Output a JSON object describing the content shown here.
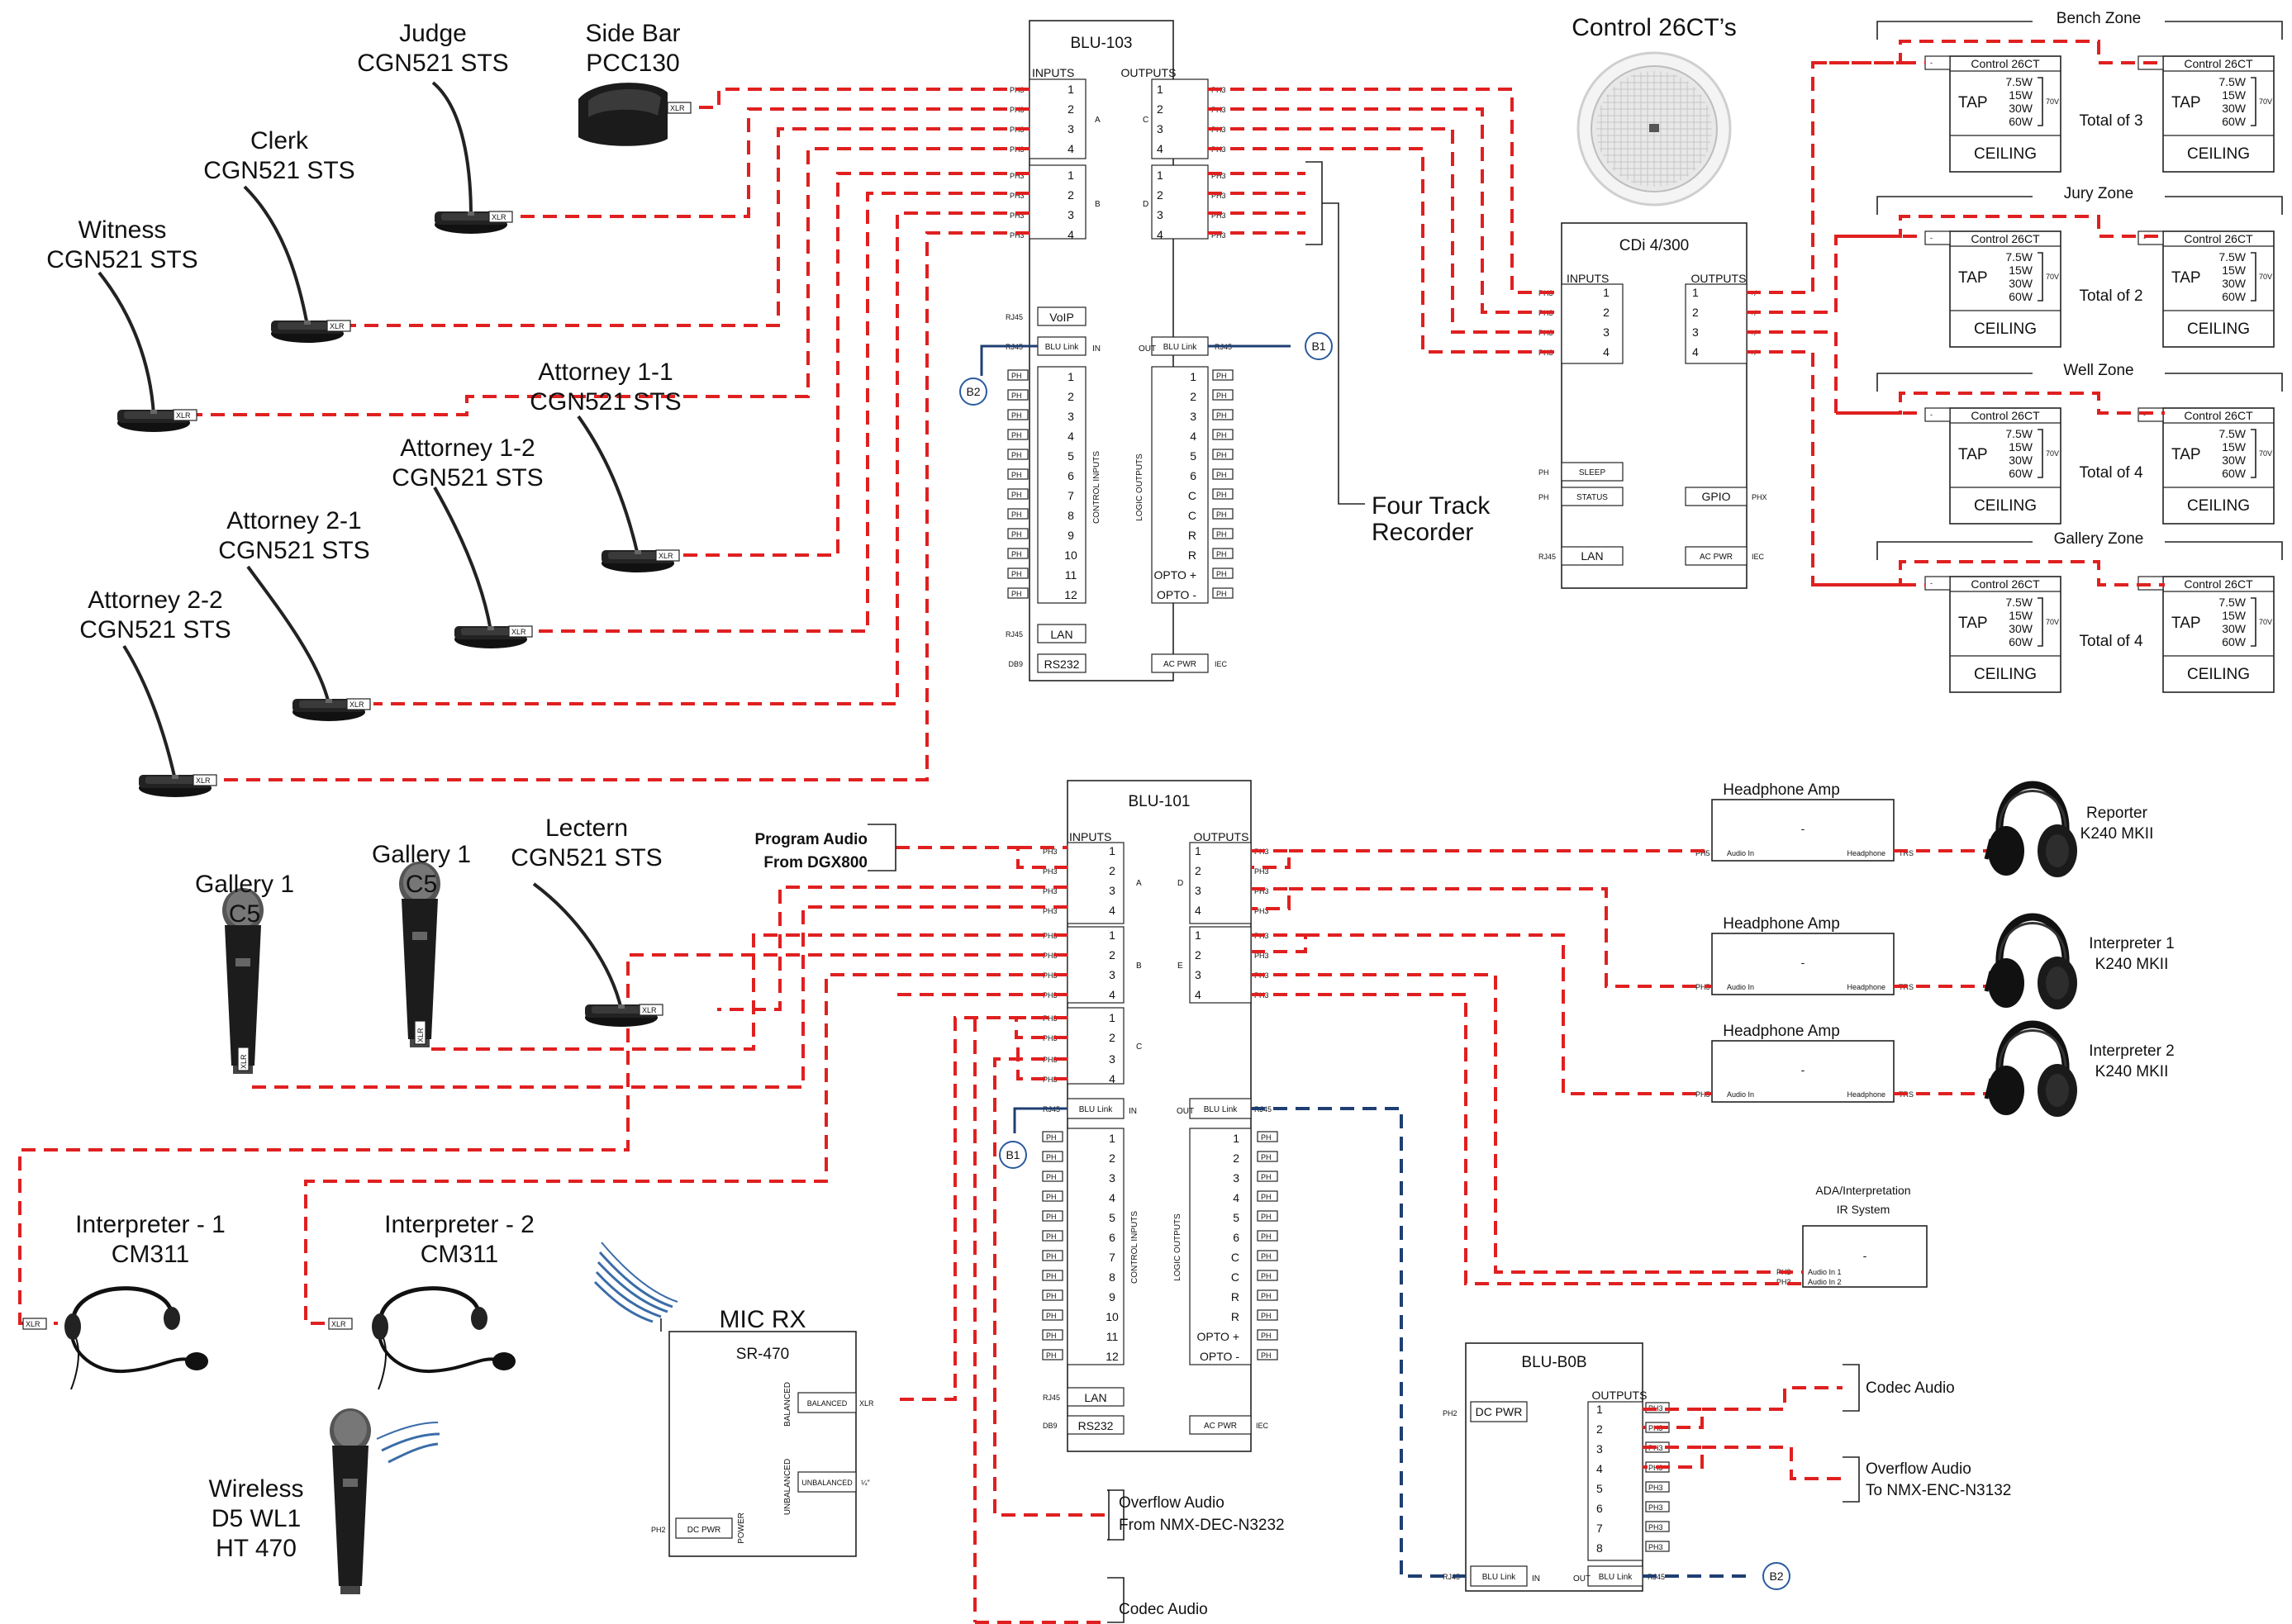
{
  "colors": {
    "signal": "#e02020",
    "link": "#1f3f73",
    "circle": "#2a5b9c"
  },
  "icons": {
    "mic": "gooseneck-microphone-icon",
    "handheld": "handheld-microphone-icon",
    "headset": "headset-microphone-icon",
    "headphones": "headphones-icon",
    "speaker": "ceiling-speaker-icon",
    "wireless": "wireless-waves-icon",
    "pedal": "push-button-pedal-icon"
  },
  "labels": {
    "judge": [
      "Judge",
      "CGN521 STS"
    ],
    "sidebar": [
      "Side Bar",
      "PCC130"
    ],
    "clerk": [
      "Clerk",
      "CGN521 STS"
    ],
    "witness": [
      "Witness",
      "CGN521 STS"
    ],
    "att11": [
      "Attorney 1-1",
      "CGN521 STS"
    ],
    "att12": [
      "Attorney 1-2",
      "CGN521 STS"
    ],
    "att21": [
      "Attorney 2-1",
      "CGN521 STS"
    ],
    "att22": [
      "Attorney 2-2",
      "CGN521 STS"
    ],
    "gallery1a": [
      "Gallery 1",
      "C5"
    ],
    "gallery1b": [
      "Gallery 1",
      "C5"
    ],
    "lectern": [
      "Lectern",
      "CGN521 STS"
    ],
    "interp1": [
      "Interpreter - 1",
      "CM311"
    ],
    "interp2": [
      "Interpreter - 2",
      "CM311"
    ],
    "wireless": [
      "Wireless",
      "D5 WL1",
      "HT 470"
    ],
    "micrx": "MIC RX",
    "control26ct": "Control 26CT’s",
    "recorder": [
      "Four Track",
      "Recorder"
    ],
    "program": [
      "Program Audio",
      "From DGX800"
    ],
    "reporter": [
      "Reporter",
      "K240 MKII"
    ],
    "interpreter1": [
      "Interpreter 1",
      "K240 MKII"
    ],
    "interpreter2": [
      "Interpreter 2",
      "K240 MKII"
    ],
    "ada": [
      "ADA/Interpretation",
      "IR System"
    ],
    "codec1": "Codec Audio",
    "overflowTo": [
      "Overflow Audio",
      "To NMX-ENC-N3132"
    ],
    "overflowFrom": [
      "Overflow Audio",
      "From NMX-DEC-N3232"
    ],
    "codec2": "Codec Audio"
  },
  "connectors": {
    "xlr": "XLR",
    "ph3": "PH3",
    "ph": "PH",
    "rj45": "RJ45",
    "db9": "DB9",
    "iec": "IEC",
    "trs": "TRS",
    "ph5": "PH5",
    "ph2": "PH2",
    "phx": "PHX",
    "pm": "+/-",
    "dash": "-",
    "quarter": "¼\""
  },
  "blu103": {
    "title": "BLU-103",
    "inputs": "INPUTS",
    "outputs": "OUTPUTS",
    "a": "A",
    "b": "B",
    "c": "C",
    "d": "D",
    "in": "IN",
    "out": "OUT",
    "nums": [
      "1",
      "2",
      "3",
      "4"
    ],
    "voip": "VoIP",
    "blulink": "BLU Link",
    "control": "CONTROL INPUTS",
    "logic": "LOGIC OUTPUTS",
    "ctrl_nums": [
      "1",
      "2",
      "3",
      "4",
      "5",
      "6",
      "7",
      "8",
      "9",
      "10",
      "11",
      "12"
    ],
    "logic_labels": [
      "1",
      "2",
      "3",
      "4",
      "5",
      "6",
      "C",
      "C",
      "R",
      "R",
      "OPTO +",
      "OPTO -"
    ],
    "lan": "LAN",
    "rs232": "RS232",
    "acpwr": "AC PWR"
  },
  "blu101": {
    "title": "BLU-101",
    "inputs": "INPUTS",
    "outputs": "OUTPUTS",
    "a": "A",
    "b": "B",
    "c": "C",
    "d": "D",
    "e": "E",
    "in": "IN",
    "out": "OUT",
    "nums": [
      "1",
      "2",
      "3",
      "4"
    ],
    "blulink": "BLU Link",
    "control": "CONTROL INPUTS",
    "logic": "LOGIC OUTPUTS",
    "ctrl_nums": [
      "1",
      "2",
      "3",
      "4",
      "5",
      "6",
      "7",
      "8",
      "9",
      "10",
      "11",
      "12"
    ],
    "logic_labels": [
      "1",
      "2",
      "3",
      "4",
      "5",
      "6",
      "C",
      "C",
      "R",
      "R",
      "OPTO +",
      "OPTO -"
    ],
    "lan": "LAN",
    "rs232": "RS232",
    "acpwr": "AC PWR"
  },
  "cdi": {
    "title": "CDi 4/300",
    "inputs": "INPUTS",
    "outputs": "OUTPUTS",
    "nums": [
      "1",
      "2",
      "3",
      "4"
    ],
    "sleep": "SLEEP",
    "status": "STATUS",
    "gpio": "GPIO",
    "lan": "LAN",
    "acpwr": "AC PWR"
  },
  "zones": [
    {
      "name": "Bench Zone",
      "total": "Total of 3"
    },
    {
      "name": "Jury Zone",
      "total": "Total of 2"
    },
    {
      "name": "Well Zone",
      "total": "Total of 4"
    },
    {
      "name": "Gallery  Zone",
      "total": "Total of 4"
    }
  ],
  "speaker": {
    "title": "Control 26CT",
    "tap": "TAP",
    "taps": [
      "7.5W",
      "15W",
      "30W",
      "60W"
    ],
    "v": "70V",
    "ceiling": "CEILING"
  },
  "hpamp": {
    "title": "Headphone Amp",
    "audioin": "Audio In",
    "headphone": "Headphone",
    "dash": "-"
  },
  "adabox": {
    "in1": "Audio In 1",
    "in2": "Audio In 2",
    "dash": "-"
  },
  "sr470": {
    "title": "SR-470",
    "balanced": "BALANCED",
    "unbalanced": "UNBALANCED",
    "power": "POWER",
    "dcpwr": "DC PWR"
  },
  "blu808": {
    "title": "BLU-B0B",
    "outputs": "OUTPUTS",
    "dcpwr": "DC PWR",
    "in": "IN",
    "out": "OUT",
    "nums": [
      "1",
      "2",
      "3",
      "4",
      "5",
      "6",
      "7",
      "8"
    ],
    "blulink": "BLU Link"
  },
  "refs": {
    "b1": "B1",
    "b2": "B2"
  }
}
